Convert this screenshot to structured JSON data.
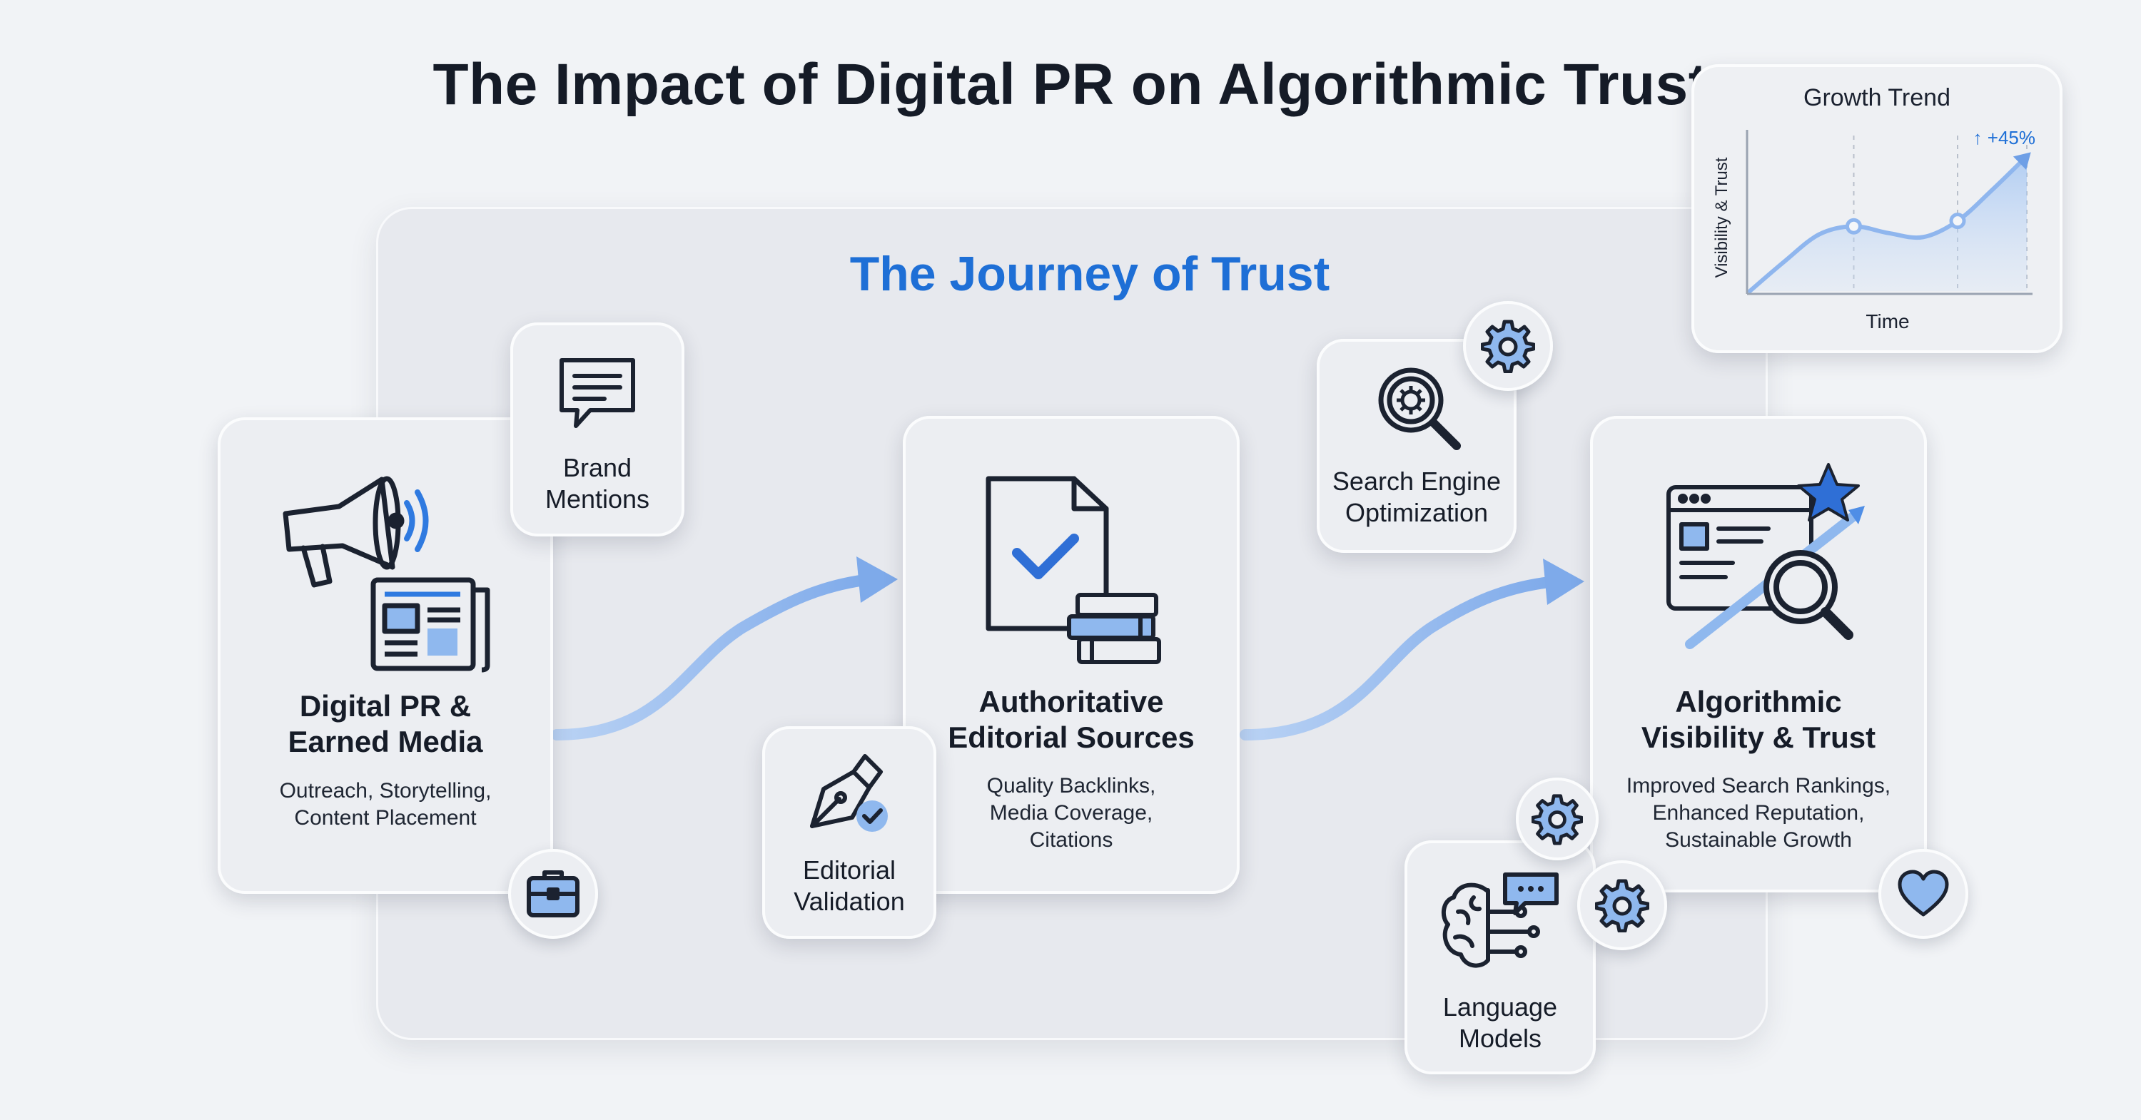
{
  "title": "The Impact of Digital PR on Algorithmic Trust",
  "journey_title": "The Journey of Trust",
  "nodes": {
    "digital_pr": {
      "heading": [
        "Digital PR &",
        "Earned Media"
      ],
      "sub": [
        "Outreach, Storytelling,",
        "Content Placement"
      ],
      "icons": [
        "megaphone-icon",
        "newspaper-icon"
      ]
    },
    "brand_mentions": {
      "label": [
        "Brand",
        "Mentions"
      ],
      "icon": "speech-bubble-icon"
    },
    "editorial_sources": {
      "heading": [
        "Authoritative",
        "Editorial Sources"
      ],
      "sub": [
        "Quality Backlinks,",
        "Media Coverage,",
        "Citations"
      ],
      "icons": [
        "checked-document-icon",
        "books-icon"
      ]
    },
    "editorial_validation": {
      "label": [
        "Editorial",
        "Validation"
      ],
      "icon": "fountain-pen-check-icon"
    },
    "seo": {
      "label": [
        "Search Engine",
        "Optimization"
      ],
      "icon": "magnifier-gear-icon"
    },
    "algorithmic": {
      "heading": [
        "Algorithmic",
        "Visibility & Trust"
      ],
      "sub": [
        "Improved Search Rankings,",
        "Enhanced Reputation,",
        "Sustainable Growth"
      ],
      "icons": [
        "browser-search-icon",
        "star-icon",
        "growth-arrow-icon"
      ]
    },
    "language_models": {
      "label": [
        "Language",
        "Models"
      ],
      "icon": "brain-chat-icon"
    }
  },
  "badges": [
    "briefcase-icon",
    "gear-icon",
    "gear-icon",
    "gear-icon",
    "heart-icon"
  ],
  "colors": {
    "accent": "#1e6fd6",
    "icon_fill": "#8fb8ee",
    "arrow": "#8db6ef",
    "panel": "#e7e9ee"
  },
  "chart_data": {
    "type": "line",
    "title": "Growth Trend",
    "xlabel": "Time",
    "ylabel": "Visibility & Trust",
    "annotation": "↑ +45%",
    "x": [
      0,
      1,
      2,
      3,
      4,
      5,
      6,
      7,
      8
    ],
    "y": [
      0,
      22,
      42,
      48,
      43,
      40,
      52,
      75,
      100
    ],
    "markers_at_x": [
      3,
      6
    ],
    "ylim": [
      0,
      110
    ],
    "grid": "vertical dashed",
    "fill": "area under line"
  }
}
